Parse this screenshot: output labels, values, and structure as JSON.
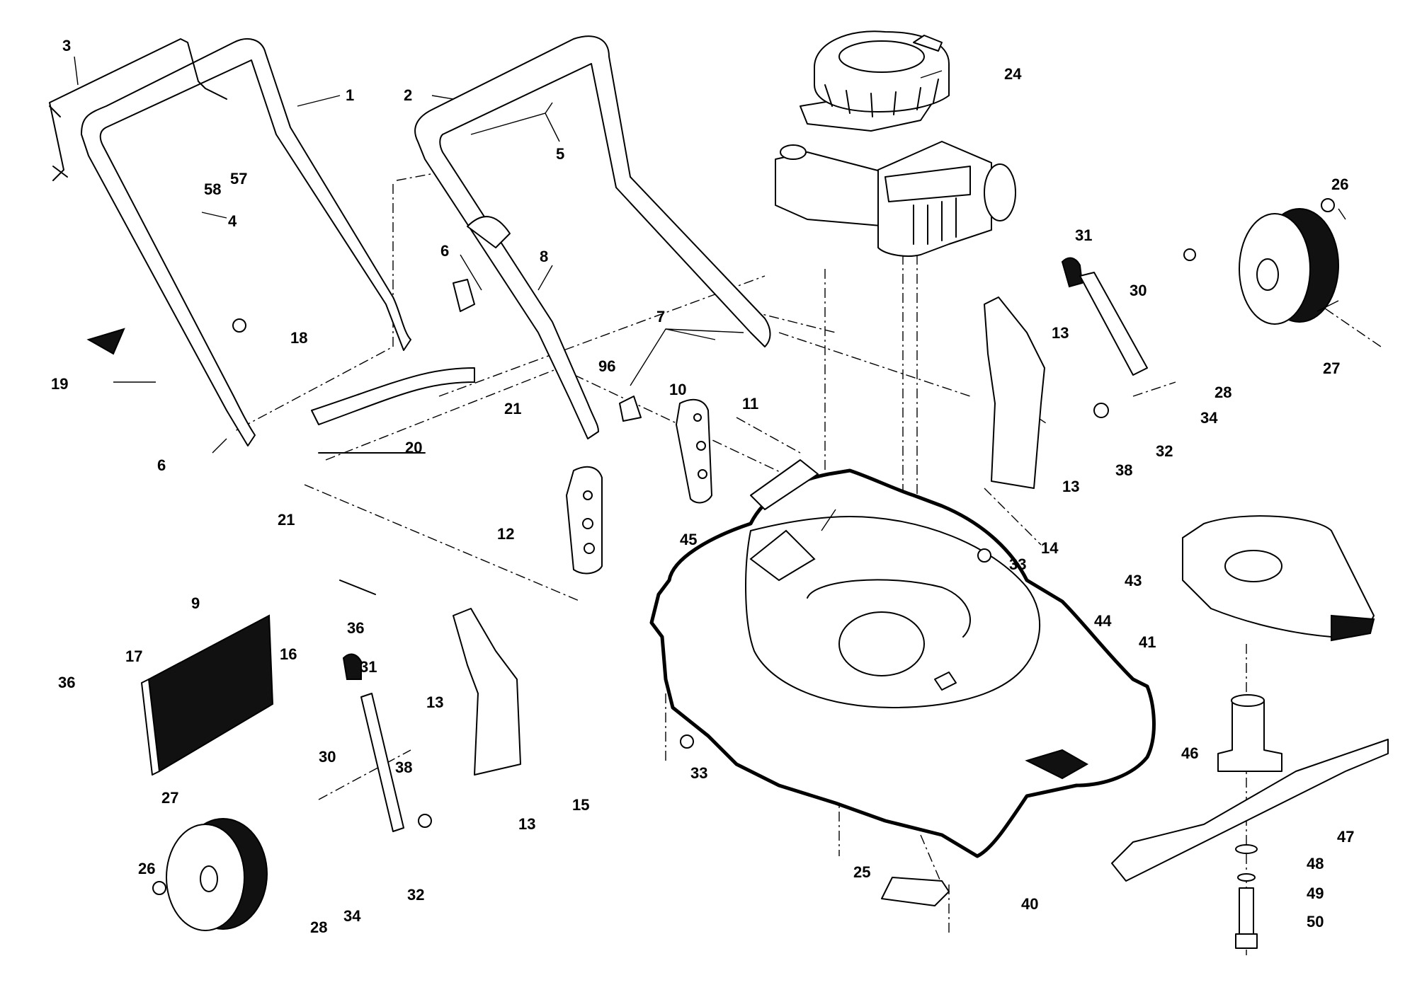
{
  "diagram": {
    "callouts": {
      "c1": "1",
      "c2": "2",
      "c3": "3",
      "c4": "4",
      "c5": "5",
      "c6a": "6",
      "c6b": "6",
      "c7": "7",
      "c8": "8",
      "c9": "9",
      "c10": "10",
      "c11": "11",
      "c12": "12",
      "c13a": "13",
      "c13b": "13",
      "c13c": "13",
      "c13d": "13",
      "c14": "14",
      "c15": "15",
      "c16": "16",
      "c17": "17",
      "c18": "18",
      "c19": "19",
      "c20": "20",
      "c21a": "21",
      "c21b": "21",
      "c24": "24",
      "c25": "25",
      "c26a": "26",
      "c26b": "26",
      "c27a": "27",
      "c27b": "27",
      "c28a": "28",
      "c28b": "28",
      "c30a": "30",
      "c30b": "30",
      "c31a": "31",
      "c31b": "31",
      "c32a": "32",
      "c32b": "32",
      "c33a": "33",
      "c33b": "33",
      "c34a": "34",
      "c34b": "34",
      "c36a": "36",
      "c36b": "36",
      "c38a": "38",
      "c38b": "38",
      "c40": "40",
      "c41": "41",
      "c43": "43",
      "c44": "44",
      "c45": "45",
      "c46": "46",
      "c47": "47",
      "c48": "48",
      "c49": "49",
      "c50": "50",
      "c57": "57",
      "c58": "58",
      "c96": "96"
    }
  }
}
